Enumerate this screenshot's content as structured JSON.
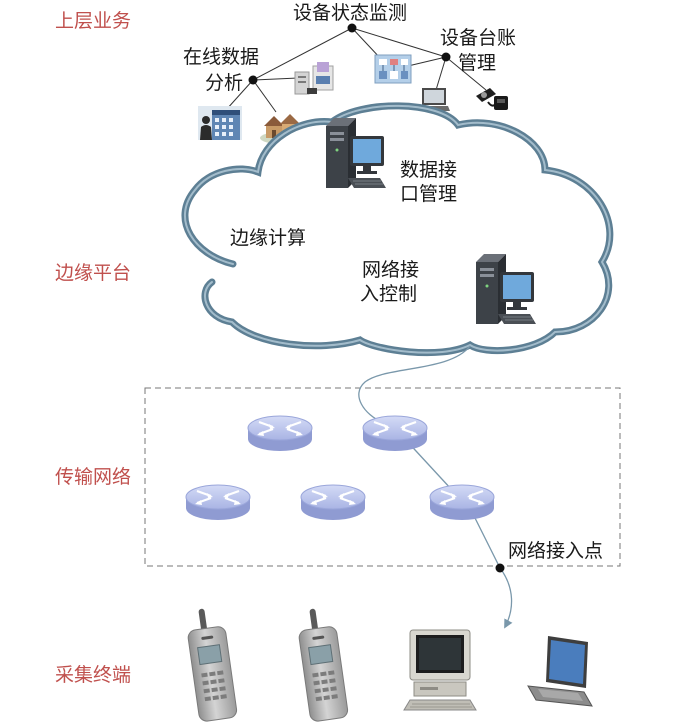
{
  "layers": {
    "upper_business": "上层业务",
    "edge_platform": "边缘平台",
    "transport_network": "传输网络",
    "collection_terminal": "采集终端"
  },
  "services": {
    "device_status_monitoring": "设备状态监测",
    "online_analysis": [
      "在线数据",
      "分析"
    ],
    "device_ledger": [
      "设备台账",
      "管理"
    ]
  },
  "edge": {
    "data_interface": [
      "数据接",
      "口管理"
    ],
    "edge_computing": "边缘计算",
    "network_access_control": [
      "网络接",
      "入控制"
    ]
  },
  "network": {
    "access_point": "网络接入点"
  },
  "colors": {
    "layer_label": "#c0504d",
    "cloud_outline": "#5d7f94",
    "router": "#b2bdea"
  }
}
